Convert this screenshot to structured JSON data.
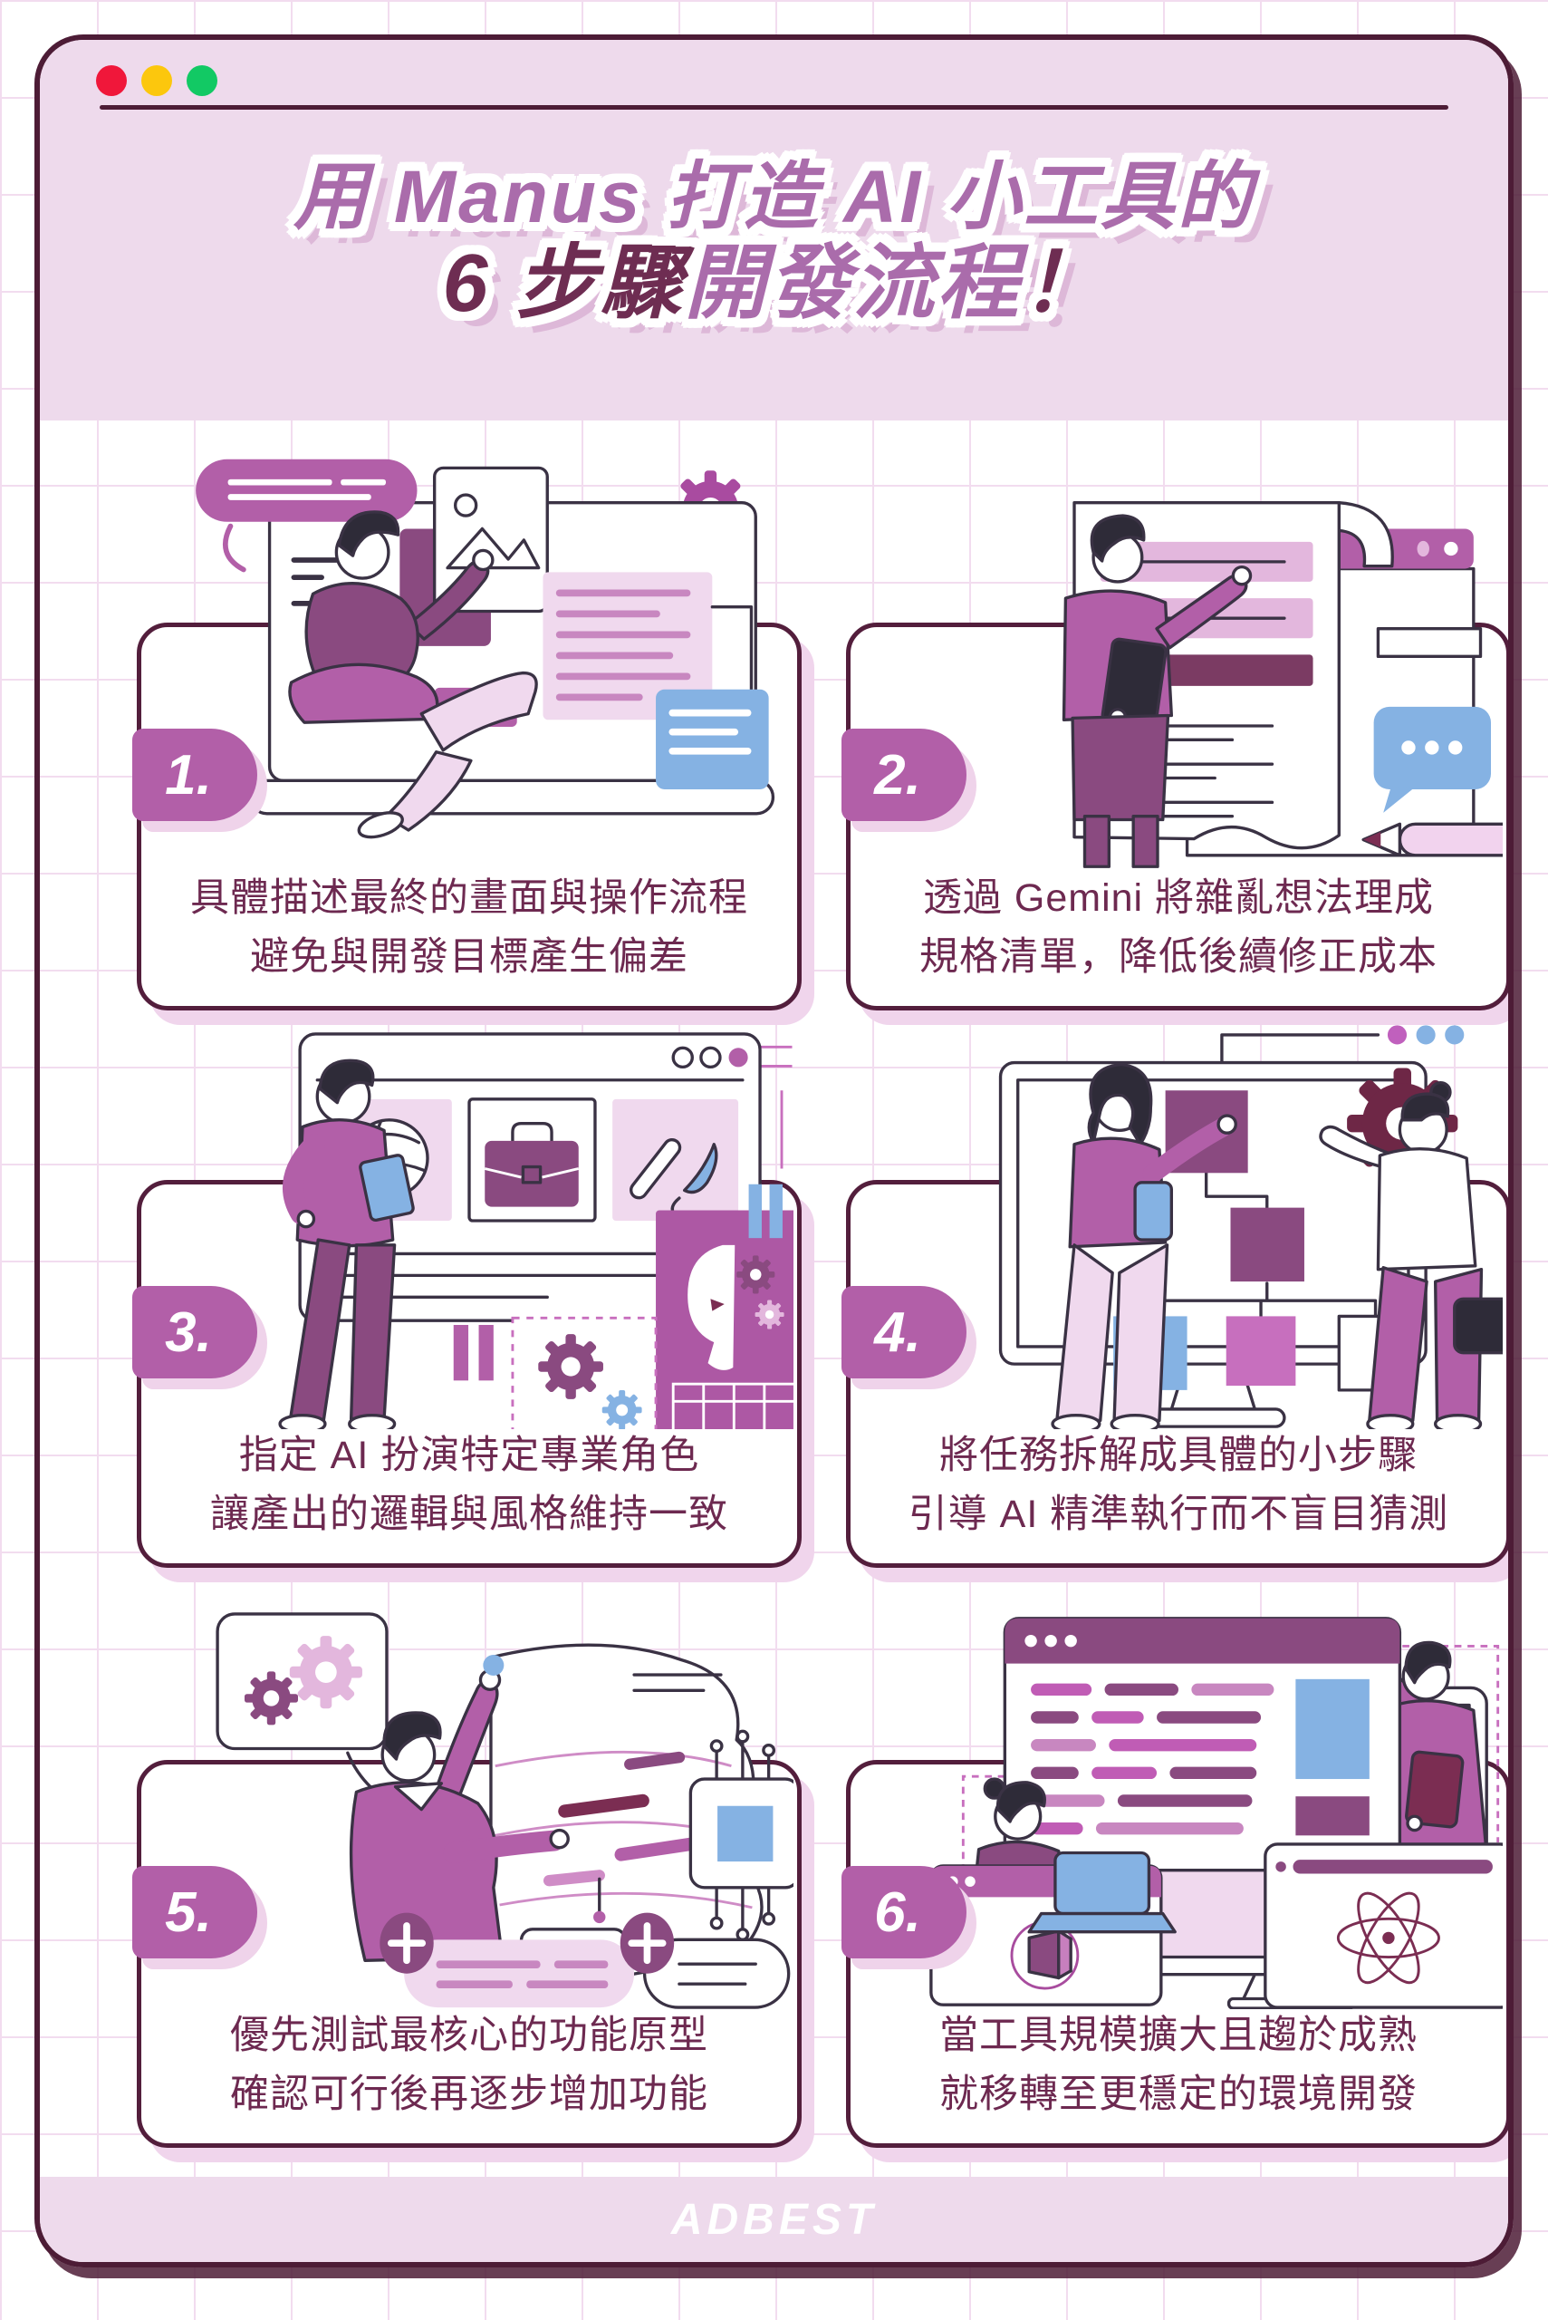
{
  "infographic": {
    "window_controls": [
      "close",
      "minimize",
      "zoom"
    ],
    "title": {
      "line1": "用 Manus 打造 AI 小工具的",
      "line2_parts": [
        {
          "text": "6 步驟"
        },
        {
          "text": "開發流程"
        },
        {
          "text": "！"
        }
      ]
    },
    "steps": [
      {
        "number": "1.",
        "line1": "具體描述最終的畫面與操作流程",
        "line2": "避免與開發目標產生偏差",
        "illustration": "person-describing-final-ui-on-screen"
      },
      {
        "number": "2.",
        "line1": "透過 Gemini 將雜亂想法理成",
        "line2": "規格清單，降低後續修正成本",
        "illustration": "person-pointing-at-spec-list-scroll"
      },
      {
        "number": "3.",
        "line1": "指定 AI 扮演特定專業角色",
        "line2": "讓產出的邏輯與風格維持一致",
        "illustration": "person-selecting-professional-roles"
      },
      {
        "number": "4.",
        "line1": "將任務拆解成具體的小步驟",
        "line2": "引導 AI 精準執行而不盲目猜測",
        "illustration": "two-people-breaking-down-flowchart"
      },
      {
        "number": "5.",
        "line1": "優先測試最核心的功能原型",
        "line2": "確認可行後再逐步增加功能",
        "illustration": "person-testing-core-prototype"
      },
      {
        "number": "6.",
        "line1": "當工具規模擴大且趨於成熟",
        "line2": "就移轉至更穩定的環境開發",
        "illustration": "two-people-migrating-to-stable-environment"
      }
    ],
    "footer": {
      "brand": "ADBEST"
    },
    "colors": {
      "background_grid": "#f2dcef",
      "window_border": "#4d1c36",
      "header_pink": "#eedaec",
      "title_purple": "#aa6cab",
      "title_dark": "#6e2d52",
      "card_border": "#531e3c",
      "card_shadow_pink": "#f0d5ec",
      "badge_purple": "#b25fa8",
      "step_text": "#6d2950",
      "illustration_purple": "#b25fa8",
      "illustration_dark_purple": "#8a4a80",
      "illustration_wine": "#7b2d52",
      "accent_blue": "#85b2e3",
      "traffic_red": "#f0173a",
      "traffic_yellow": "#fcc70d",
      "traffic_green": "#12c964"
    }
  }
}
